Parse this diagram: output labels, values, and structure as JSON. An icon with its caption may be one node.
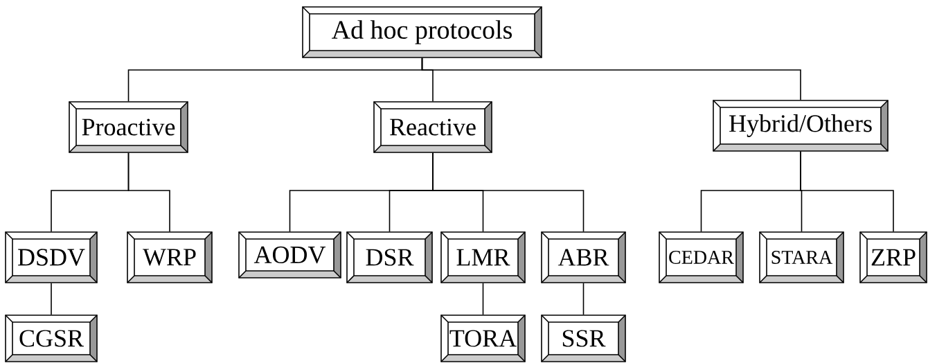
{
  "diagram": {
    "nodes": [
      {
        "text": [
          "Ad hoc protocols"
        ]
      },
      {
        "text": [
          "Proactive"
        ]
      },
      {
        "text": [
          "Reactive"
        ]
      },
      {
        "text": [
          "Hybrid/Others"
        ]
      },
      {
        "text": [
          "DSDV"
        ]
      },
      {
        "text": [
          "WRP"
        ]
      },
      {
        "text": [
          "AODV"
        ]
      },
      {
        "text": [
          "DSR"
        ]
      },
      {
        "text": [
          "LMR"
        ]
      },
      {
        "text": [
          "ABR"
        ]
      },
      {
        "text": [
          "CEDAR"
        ]
      },
      {
        "text": [
          "STARA"
        ]
      },
      {
        "text": [
          "ZRP"
        ]
      },
      {
        "text": [
          "CGSR"
        ]
      },
      {
        "text": [
          "TORA"
        ]
      },
      {
        "text": [
          "SSR"
        ]
      }
    ],
    "edges": [
      {
        "from": 0,
        "to": 1,
        "arrow": "none"
      },
      {
        "from": 0,
        "to": 2,
        "arrow": "none"
      },
      {
        "from": 0,
        "to": 3,
        "arrow": "none"
      },
      {
        "from": 1,
        "to": 4,
        "arrow": "none"
      },
      {
        "from": 1,
        "to": 5,
        "arrow": "none"
      },
      {
        "from": 2,
        "to": 6,
        "arrow": "none"
      },
      {
        "from": 2,
        "to": 7,
        "arrow": "none"
      },
      {
        "from": 2,
        "to": 8,
        "arrow": "none"
      },
      {
        "from": 2,
        "to": 9,
        "arrow": "none"
      },
      {
        "from": 3,
        "to": 10,
        "arrow": "none"
      },
      {
        "from": 3,
        "to": 11,
        "arrow": "none"
      },
      {
        "from": 3,
        "to": 12,
        "arrow": "none"
      },
      {
        "from": 4,
        "to": 13,
        "arrow": "none"
      },
      {
        "from": 8,
        "to": 14,
        "arrow": "none"
      },
      {
        "from": 9,
        "to": 15,
        "arrow": "none"
      }
    ]
  }
}
